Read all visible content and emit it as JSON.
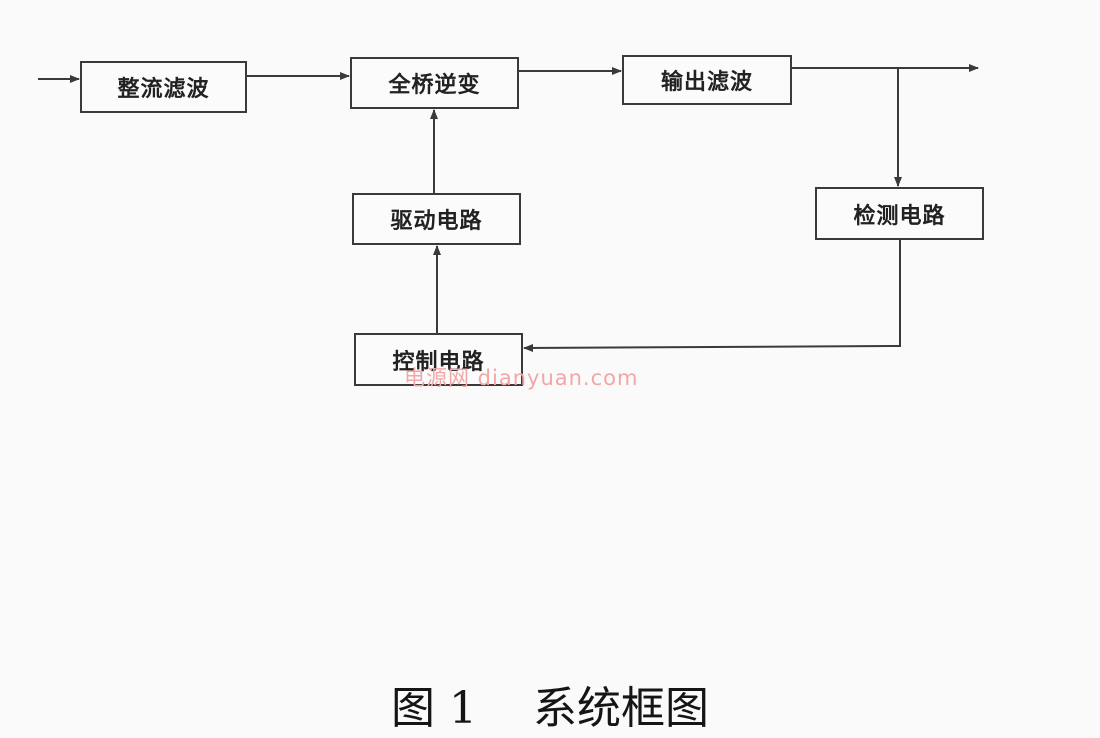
{
  "blocks": {
    "rectifier_filter": "整流滤波",
    "full_bridge_inverter": "全桥逆变",
    "output_filter": "输出滤波",
    "driver_circuit": "驱动电路",
    "detection_circuit": "检测电路",
    "control_circuit": "控制电路"
  },
  "watermark": "电源网 dianyuan.com",
  "caption": "图 1    系统框图",
  "colors": {
    "line": "#3a3a3a",
    "watermark": "#f2a7a7"
  }
}
